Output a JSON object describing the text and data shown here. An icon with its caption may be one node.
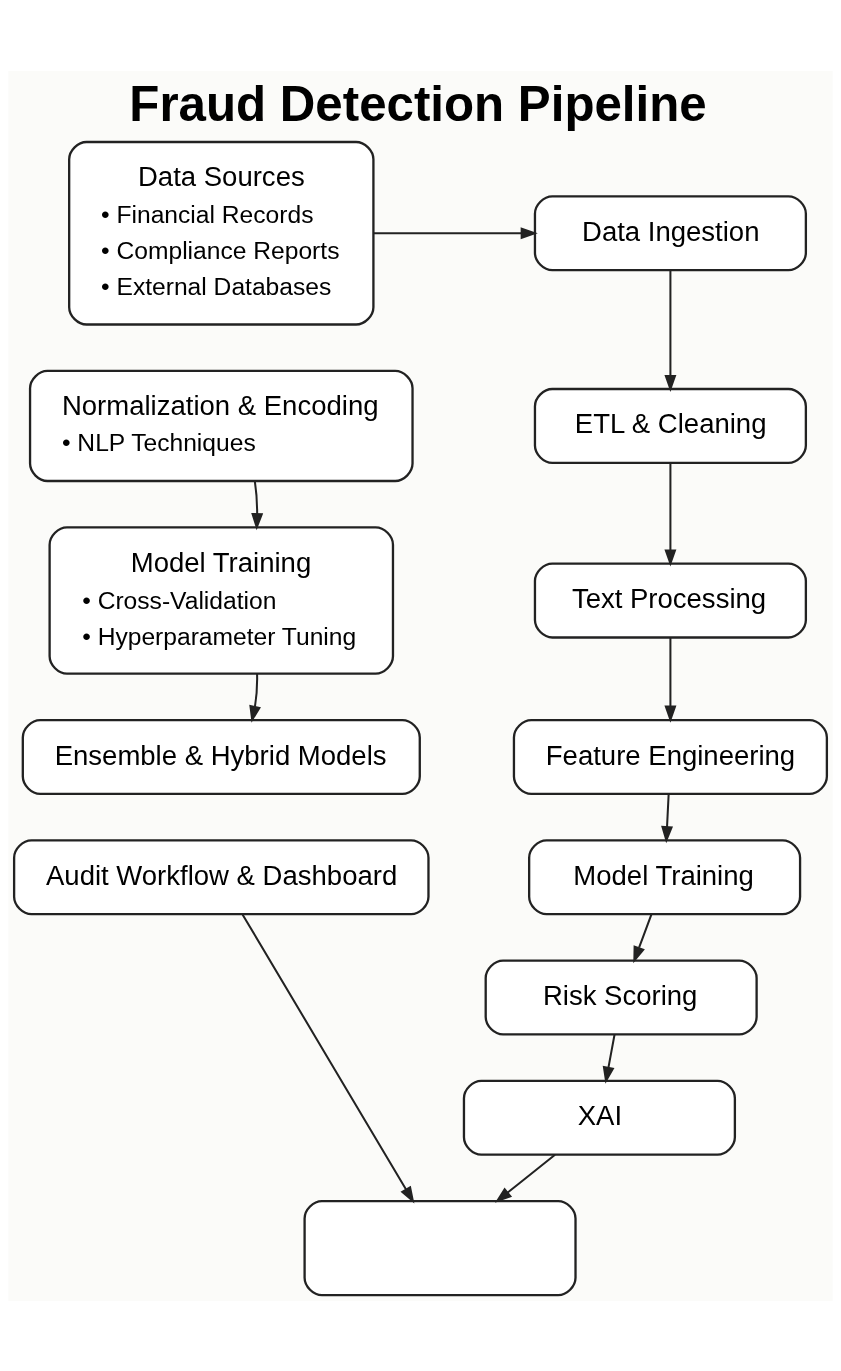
{
  "diagram": {
    "title": "Fraud Detection Pipeline",
    "nodes": [
      {
        "text": [
          "Data Sources",
          "• Financial Records",
          "• Compliance Reports",
          "• External Databases"
        ]
      },
      {
        "text": [
          "Data Ingestion"
        ]
      },
      {
        "text": [
          "ETL & Cleaning"
        ]
      },
      {
        "text": [
          "Normalization & Encoding",
          "• NLP Techniques"
        ]
      },
      {
        "text": [
          "Text Processing"
        ]
      },
      {
        "text": [
          "Feature Engineering"
        ]
      },
      {
        "text": [
          "Model Training",
          "• Cross-Validation",
          "• Hyperparameter Tuning"
        ]
      },
      {
        "text": [
          "Model Training"
        ]
      },
      {
        "text": [
          "Ensemble & Hybrid Models"
        ]
      },
      {
        "text": [
          "Risk Scoring"
        ]
      },
      {
        "text": [
          "XAI"
        ]
      },
      {
        "text": [
          "Audit Workflow & Dashboard"
        ]
      },
      {
        "text": [],
        "shape": "box"
      }
    ],
    "edges": [
      {
        "from": 0,
        "to": 1,
        "arrow": "to"
      },
      {
        "from": 1,
        "to": 2,
        "arrow": "to"
      },
      {
        "from": 2,
        "to": 4,
        "arrow": "to"
      },
      {
        "from": 3,
        "to": 6,
        "arrow": "to"
      },
      {
        "from": 4,
        "to": 5,
        "arrow": "to"
      },
      {
        "from": 5,
        "to": 7,
        "arrow": "to"
      },
      {
        "from": 6,
        "to": 8,
        "arrow": "to"
      },
      {
        "from": 7,
        "to": 9,
        "arrow": "to"
      },
      {
        "from": 9,
        "to": 10,
        "arrow": "to"
      },
      {
        "from": 10,
        "to": 12,
        "arrow": "to"
      },
      {
        "from": 11,
        "to": 12,
        "arrow": "to"
      }
    ]
  }
}
